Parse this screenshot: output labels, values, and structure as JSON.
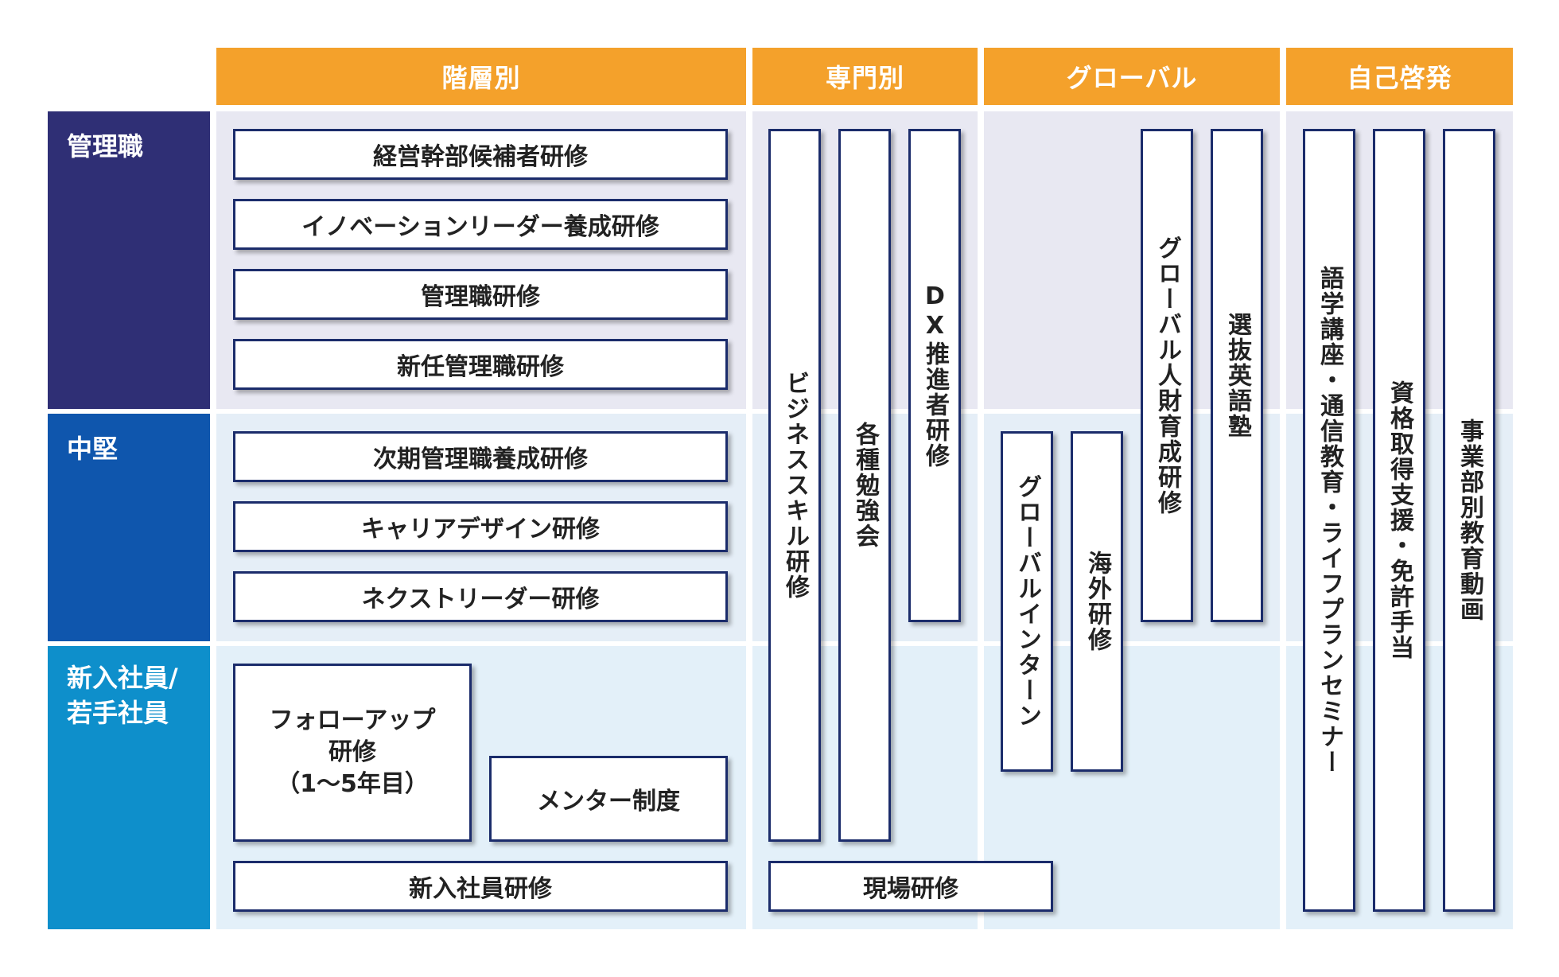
{
  "columns": {
    "kaisobetsu": "階層別",
    "senmonbetsu": "専門別",
    "global": "グローバル",
    "jiko": "自己啓発"
  },
  "rows": {
    "kanrishoku": "管理職",
    "chuken": "中堅",
    "shinnyu": "新入社員/\n若手社員"
  },
  "programs": {
    "keiei": "経営幹部候補者研修",
    "innovation": "イノベーションリーダー養成研修",
    "kanrishoku_kenshu": "管理職研修",
    "shinnin": "新任管理職研修",
    "jiki": "次期管理職養成研修",
    "career": "キャリアデザイン研修",
    "next_leader": "ネクストリーダー研修",
    "follow_up": "フォローアップ\n研修\n（1〜5年目）",
    "mentor": "メンター制度",
    "shinnyu_kenshu": "新入社員研修",
    "business_skill": "ビジネススキル研修",
    "kakushu": "各種勉強会",
    "dx": "DX推進者研修",
    "genba": "現場研修",
    "global_intern": "グローバルインターン",
    "kaigai": "海外研修",
    "global_jinzai": "グローバル人財育成研修",
    "senbatsu_eigo": "選抜英語塾",
    "gogaku": "語学講座・通信教育・ライフプランセミナー",
    "shikaku": "資格取得支援・免許手当",
    "jigyobu": "事業部別教育動画"
  },
  "colors": {
    "header": "#f4a12b",
    "row_manager": "#2f2f75",
    "row_mid": "#0f56ad",
    "row_junior": "#0e8fcb",
    "box_border": "#1b2c6b"
  }
}
